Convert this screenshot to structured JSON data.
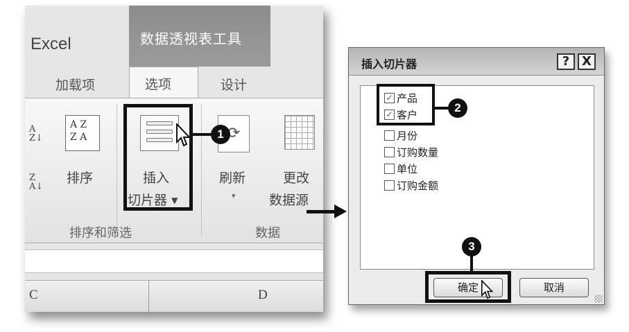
{
  "excel": {
    "app_title": "Excel",
    "contextual_tab": "数据透视表工具",
    "tabs": {
      "addins": "加载项",
      "options": "选项",
      "design": "设计"
    },
    "sort_az_icon": "A↓Z",
    "sort_za_icon": "Z↓A",
    "sort_btn_icon_text": "A Z Z A",
    "sort_label": "排序",
    "insert_label": "插入",
    "slicer_label": "切片器",
    "refresh_label": "刷新",
    "change_label_1": "更改",
    "change_label_2": "数据源",
    "group_sort_filter": "排序和筛选",
    "group_data": "数据",
    "column_c": "C",
    "column_d": "D"
  },
  "callouts": {
    "step1": "1",
    "step2": "2",
    "step3": "3"
  },
  "dialog": {
    "title": "插入切片器",
    "help": "?",
    "close": "X",
    "fields": [
      {
        "label": "产品",
        "checked": true
      },
      {
        "label": "客户",
        "checked": true
      },
      {
        "label": "月份",
        "checked": false
      },
      {
        "label": "订购数量",
        "checked": false
      },
      {
        "label": "单位",
        "checked": false
      },
      {
        "label": "订购金额",
        "checked": false
      }
    ],
    "ok_label": "确定",
    "cancel_label": "取消"
  },
  "icons": {
    "cursor": "mouse-pointer-icon",
    "sort_az": "sort-ascending-icon",
    "sort_za": "sort-descending-icon",
    "slicer": "slicer-icon",
    "refresh": "refresh-icon",
    "change_source": "change-data-source-icon",
    "arrow": "right-arrow-icon"
  },
  "colors": {
    "highlight": "#111111",
    "contextual_tab": "#8c8c8c",
    "ribbon": "#f8f8f8"
  }
}
